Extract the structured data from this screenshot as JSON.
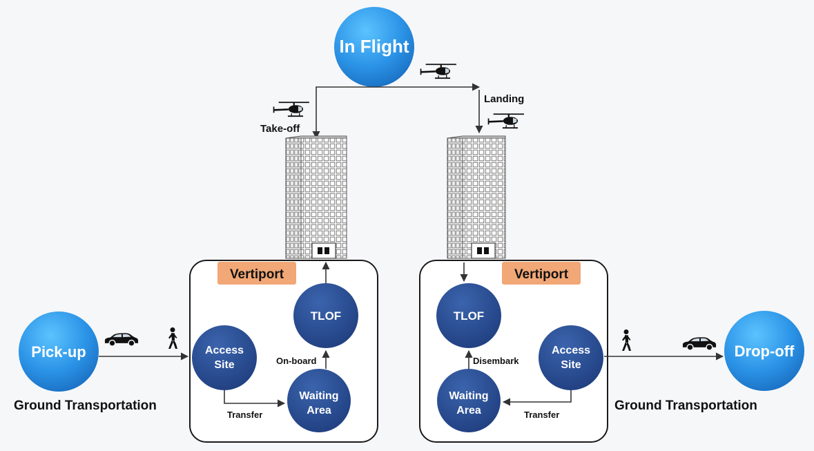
{
  "top": {
    "label": "In Flight"
  },
  "flight_labels": {
    "takeoff": "Take-off",
    "landing": "Landing"
  },
  "origin": {
    "node_label": "Pick-up",
    "caption": "Ground Transportation",
    "vertiport": {
      "badge": "Vertiport",
      "access_site_l1": "Access",
      "access_site_l2": "Site",
      "waiting_l1": "Waiting",
      "waiting_l2": "Area",
      "tlof": "TLOF",
      "transfer": "Transfer",
      "onboard": "On-board"
    }
  },
  "destination": {
    "node_label": "Drop-off",
    "caption": "Ground Transportation",
    "vertiport": {
      "badge": "Vertiport",
      "access_site_l1": "Access",
      "access_site_l2": "Site",
      "waiting_l1": "Waiting",
      "waiting_l2": "Area",
      "tlof": "TLOF",
      "transfer": "Transfer",
      "disembark": "Disembark"
    }
  },
  "colors": {
    "light_node": "#2b93e6",
    "dark_node": "#264a92",
    "badge_bg": "#f1a776",
    "panel_border": "#1a1a1a"
  },
  "icons": [
    "helicopter-icon",
    "car-icon",
    "walking-person-icon",
    "building-icon"
  ]
}
